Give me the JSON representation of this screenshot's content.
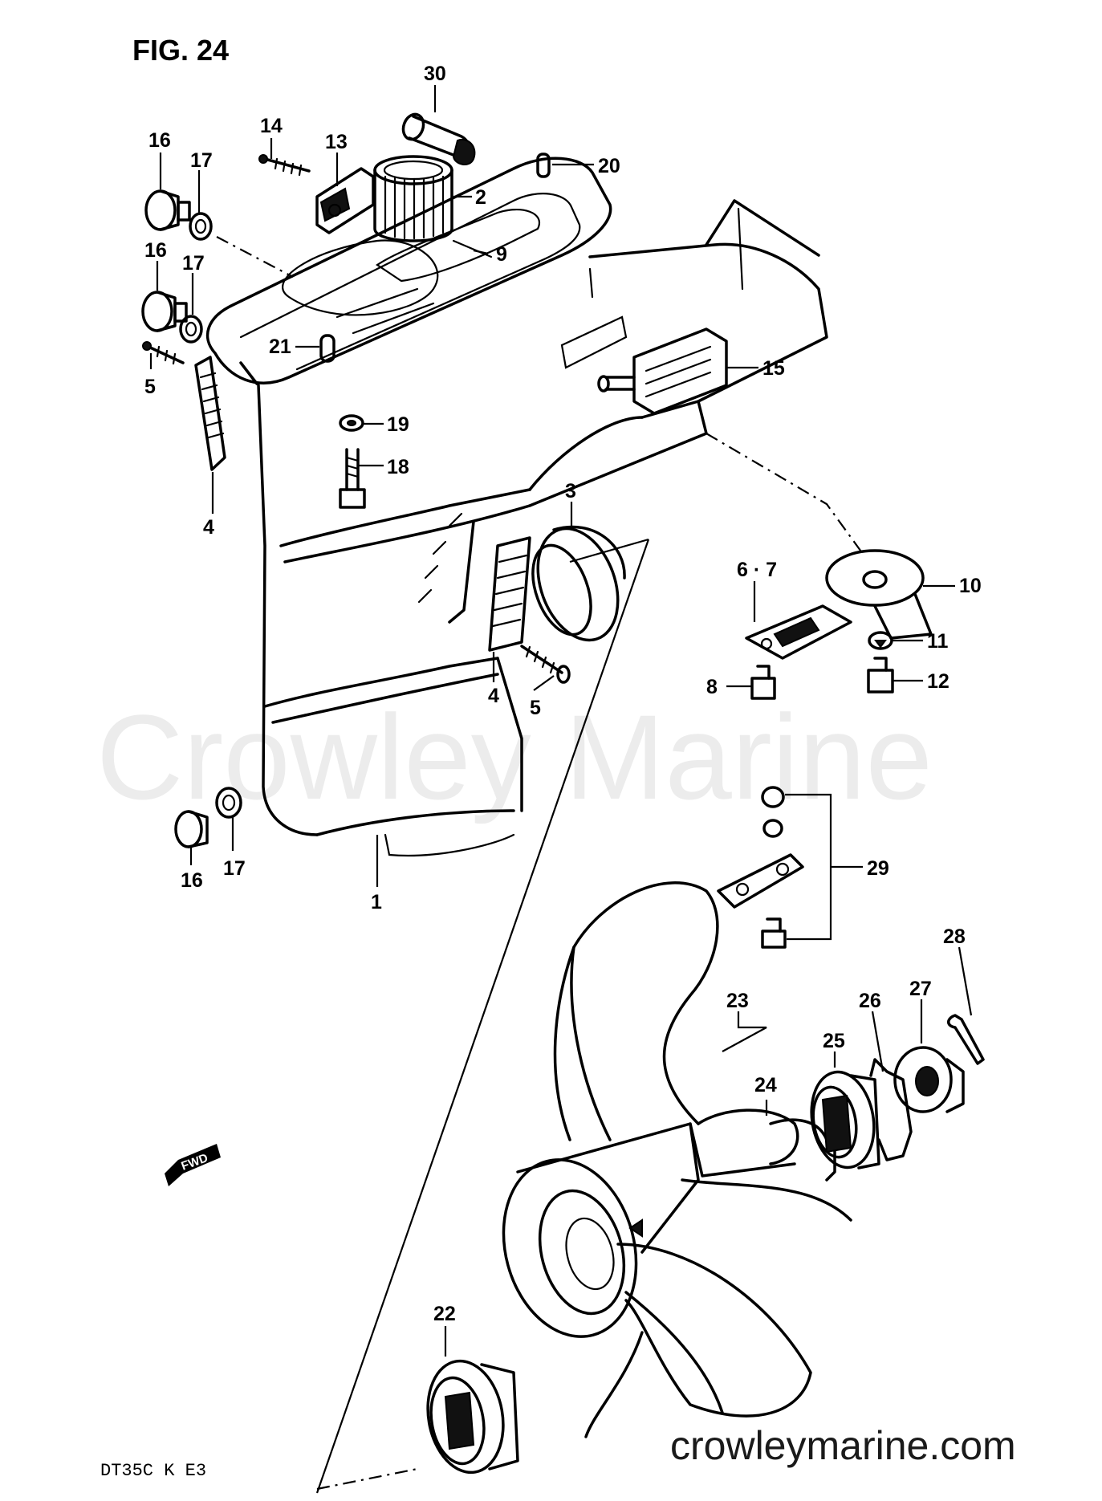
{
  "figure_title": "FIG. 24",
  "model_code": "DT35C K E3",
  "watermark": "Crowley Marine",
  "website": "crowleymarine.com",
  "direction_tag": "FWD",
  "callouts": [
    {
      "id": "c30",
      "text": "30"
    },
    {
      "id": "c14",
      "text": "14"
    },
    {
      "id": "c13",
      "text": "13"
    },
    {
      "id": "c20",
      "text": "20"
    },
    {
      "id": "c16a",
      "text": "16"
    },
    {
      "id": "c17a",
      "text": "17"
    },
    {
      "id": "c2",
      "text": "2"
    },
    {
      "id": "c9",
      "text": "9"
    },
    {
      "id": "c16b",
      "text": "16"
    },
    {
      "id": "c17b",
      "text": "17"
    },
    {
      "id": "c21",
      "text": "21"
    },
    {
      "id": "c5a",
      "text": "5"
    },
    {
      "id": "c15",
      "text": "15"
    },
    {
      "id": "c19",
      "text": "19"
    },
    {
      "id": "c18",
      "text": "18"
    },
    {
      "id": "c4a",
      "text": "4"
    },
    {
      "id": "c3",
      "text": "3"
    },
    {
      "id": "c67",
      "text": "6 · 7"
    },
    {
      "id": "c10",
      "text": "10"
    },
    {
      "id": "c11",
      "text": "11"
    },
    {
      "id": "c8",
      "text": "8"
    },
    {
      "id": "c12",
      "text": "12"
    },
    {
      "id": "c4b",
      "text": "4"
    },
    {
      "id": "c5b",
      "text": "5"
    },
    {
      "id": "c16c",
      "text": "16"
    },
    {
      "id": "c17c",
      "text": "17"
    },
    {
      "id": "c1",
      "text": "1"
    },
    {
      "id": "c29",
      "text": "29"
    },
    {
      "id": "c28",
      "text": "28"
    },
    {
      "id": "c23",
      "text": "23"
    },
    {
      "id": "c26",
      "text": "26"
    },
    {
      "id": "c27",
      "text": "27"
    },
    {
      "id": "c25",
      "text": "25"
    },
    {
      "id": "c24",
      "text": "24"
    },
    {
      "id": "c22",
      "text": "22"
    }
  ]
}
